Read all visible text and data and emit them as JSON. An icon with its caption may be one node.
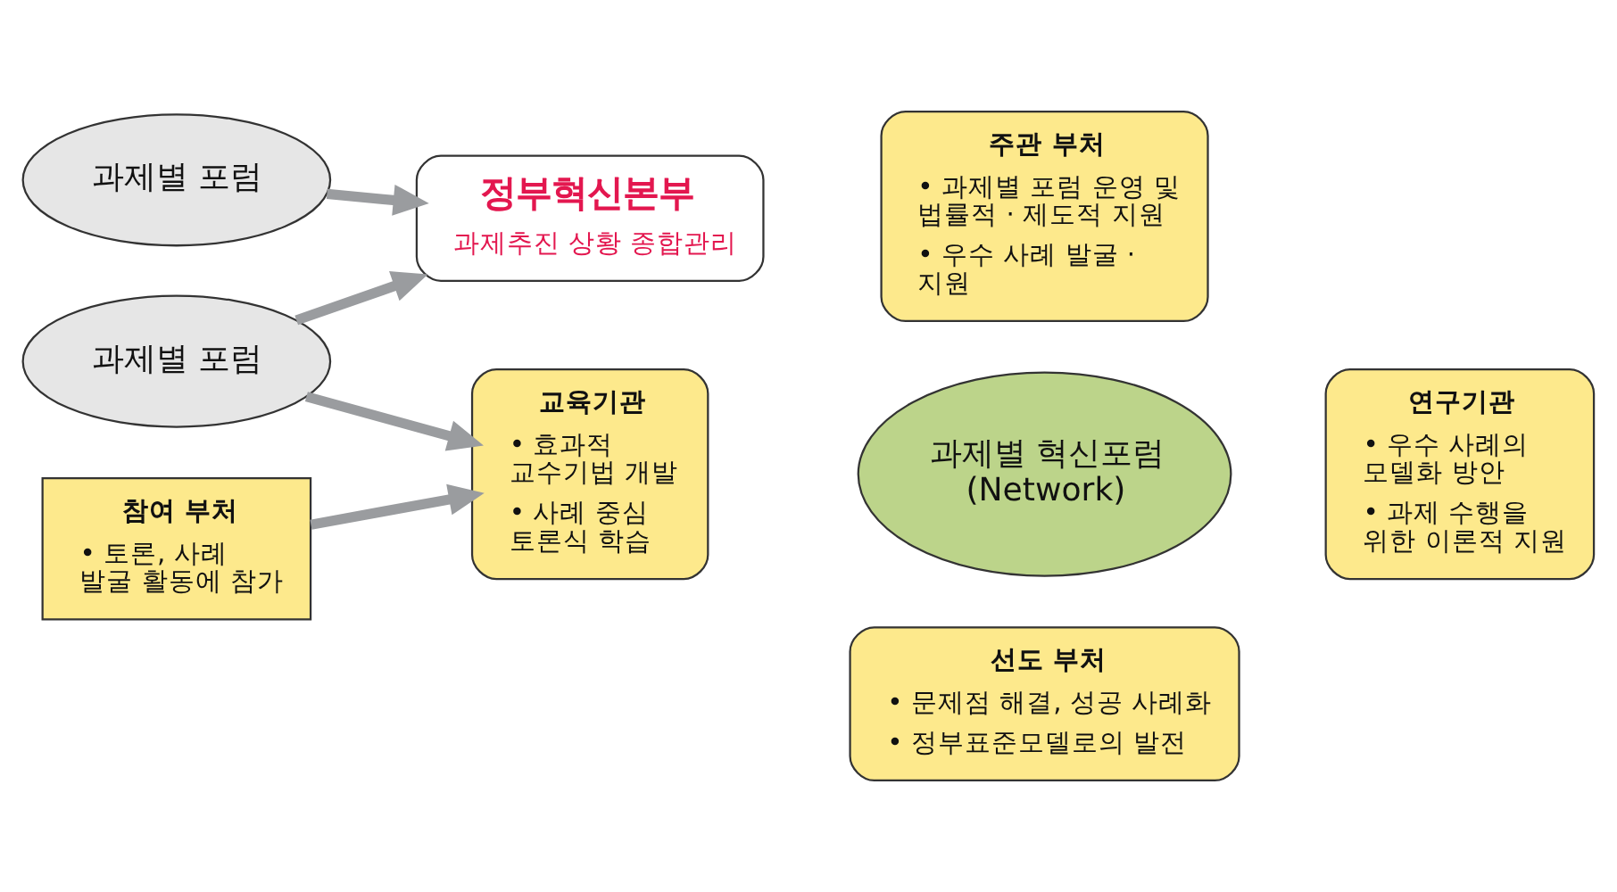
{
  "diagram": {
    "nodes": [
      {
        "text": [
          "정부혁신본부",
          "과제추진 상황 종합관리"
        ]
      },
      {
        "text": [
          "과제별 포럼"
        ]
      },
      {
        "text": [
          "과제별 포럼"
        ]
      },
      {
        "text": [
          "참여 부처",
          "• 토론, 사례 발굴 활동에 참가"
        ]
      },
      {
        "text": [
          "주관 부처",
          "• 과제별 포럼 운영 및 법률적 · 제도적 지원",
          "• 우수 사례 발굴 · 지원"
        ]
      },
      {
        "text": [
          "교육기관",
          "• 효과적 교수기법 개발",
          "• 사례 중심 토론식 학습"
        ]
      },
      {
        "text": [
          "과제별 혁신포럼 (Network)"
        ]
      },
      {
        "text": [
          "연구기관",
          "• 우수 사례의 모델화 방안",
          "• 과제 수행을 위한 이론적 지원"
        ]
      },
      {
        "text": [
          "선도 부처",
          "• 문제점 해결, 성공 사례화",
          "• 정부표준모델로의 발전"
        ]
      }
    ],
    "edges": [
      {
        "from": 1,
        "to": 0,
        "arrow": "to"
      },
      {
        "from": 2,
        "to": 0,
        "arrow": "to"
      },
      {
        "from": 2,
        "to": 5,
        "arrow": "to"
      },
      {
        "from": 3,
        "to": 5,
        "arrow": "to"
      }
    ]
  }
}
